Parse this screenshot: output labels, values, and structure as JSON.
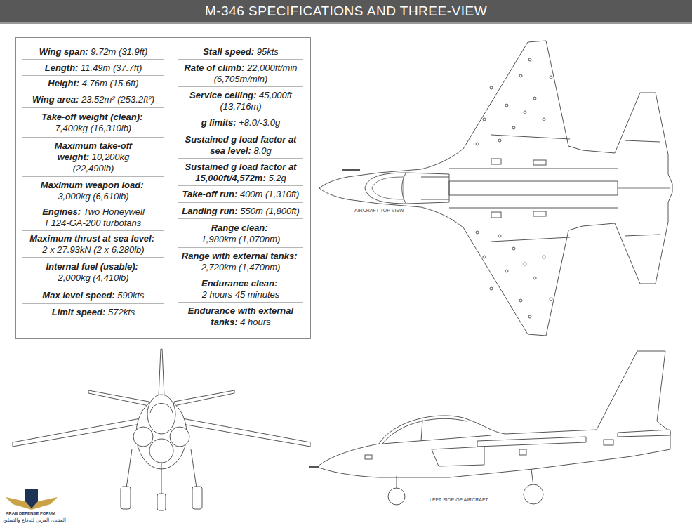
{
  "diagram": {
    "title": "M-346 SPECIFICATIONS AND THREE-VIEW",
    "labels": [
      "Wing span:",
      "9.72m (31.9ft)",
      "Length:",
      "11.49m (37.7ft)",
      "Height:",
      "4.76m (15.6ft)",
      "Wing area:",
      "23.52m² (253.2ft²)",
      "Take-off weight (clean):",
      "7,400kg (16,310lb)",
      "Maximum take-off weight:",
      "10,200kg (22,490lb)",
      "Maximum weapon load:",
      "3,000kg (6,610lb)",
      "Engines:",
      "Two Honeywell F124-GA-200 turbofans",
      "Maximum thrust at sea level:",
      "2 x 27.93kN (2 x 6,280lb)",
      "Internal fuel (usable):",
      "2,000kg (4,410lb)",
      "Max level speed:",
      "590kts",
      "Limit speed:",
      "572kts",
      "Stall speed:",
      "95kts",
      "Rate of climb:",
      "22,000ft/min (6,705m/min)",
      "Service ceiling:",
      "45,000ft (13,716m)",
      "g limits:",
      "+8.0/-3.0g",
      "Sustained g load factor at sea level:",
      "8.0g",
      "Sustained g load factor at 15,000ft/4,572m:",
      "5.2g",
      "Take-off run:",
      "400m (1,310ft)",
      "Landing run:",
      "550m (1,800ft)",
      "Range clean:",
      "1,980km (1,070nm)",
      "Range with external tanks:",
      "2,720km (1,470nm)",
      "Endurance clean:",
      "2 hours 45 minutes",
      "Endurance with external tanks:",
      "4 hours",
      "AIRCRAFT TOP VIEW",
      "LEFT SIDE OF AIRCRAFT",
      "ARAB DEFENSE FORUM",
      "المنتدى العربي للدفاع والتسليح"
    ]
  }
}
